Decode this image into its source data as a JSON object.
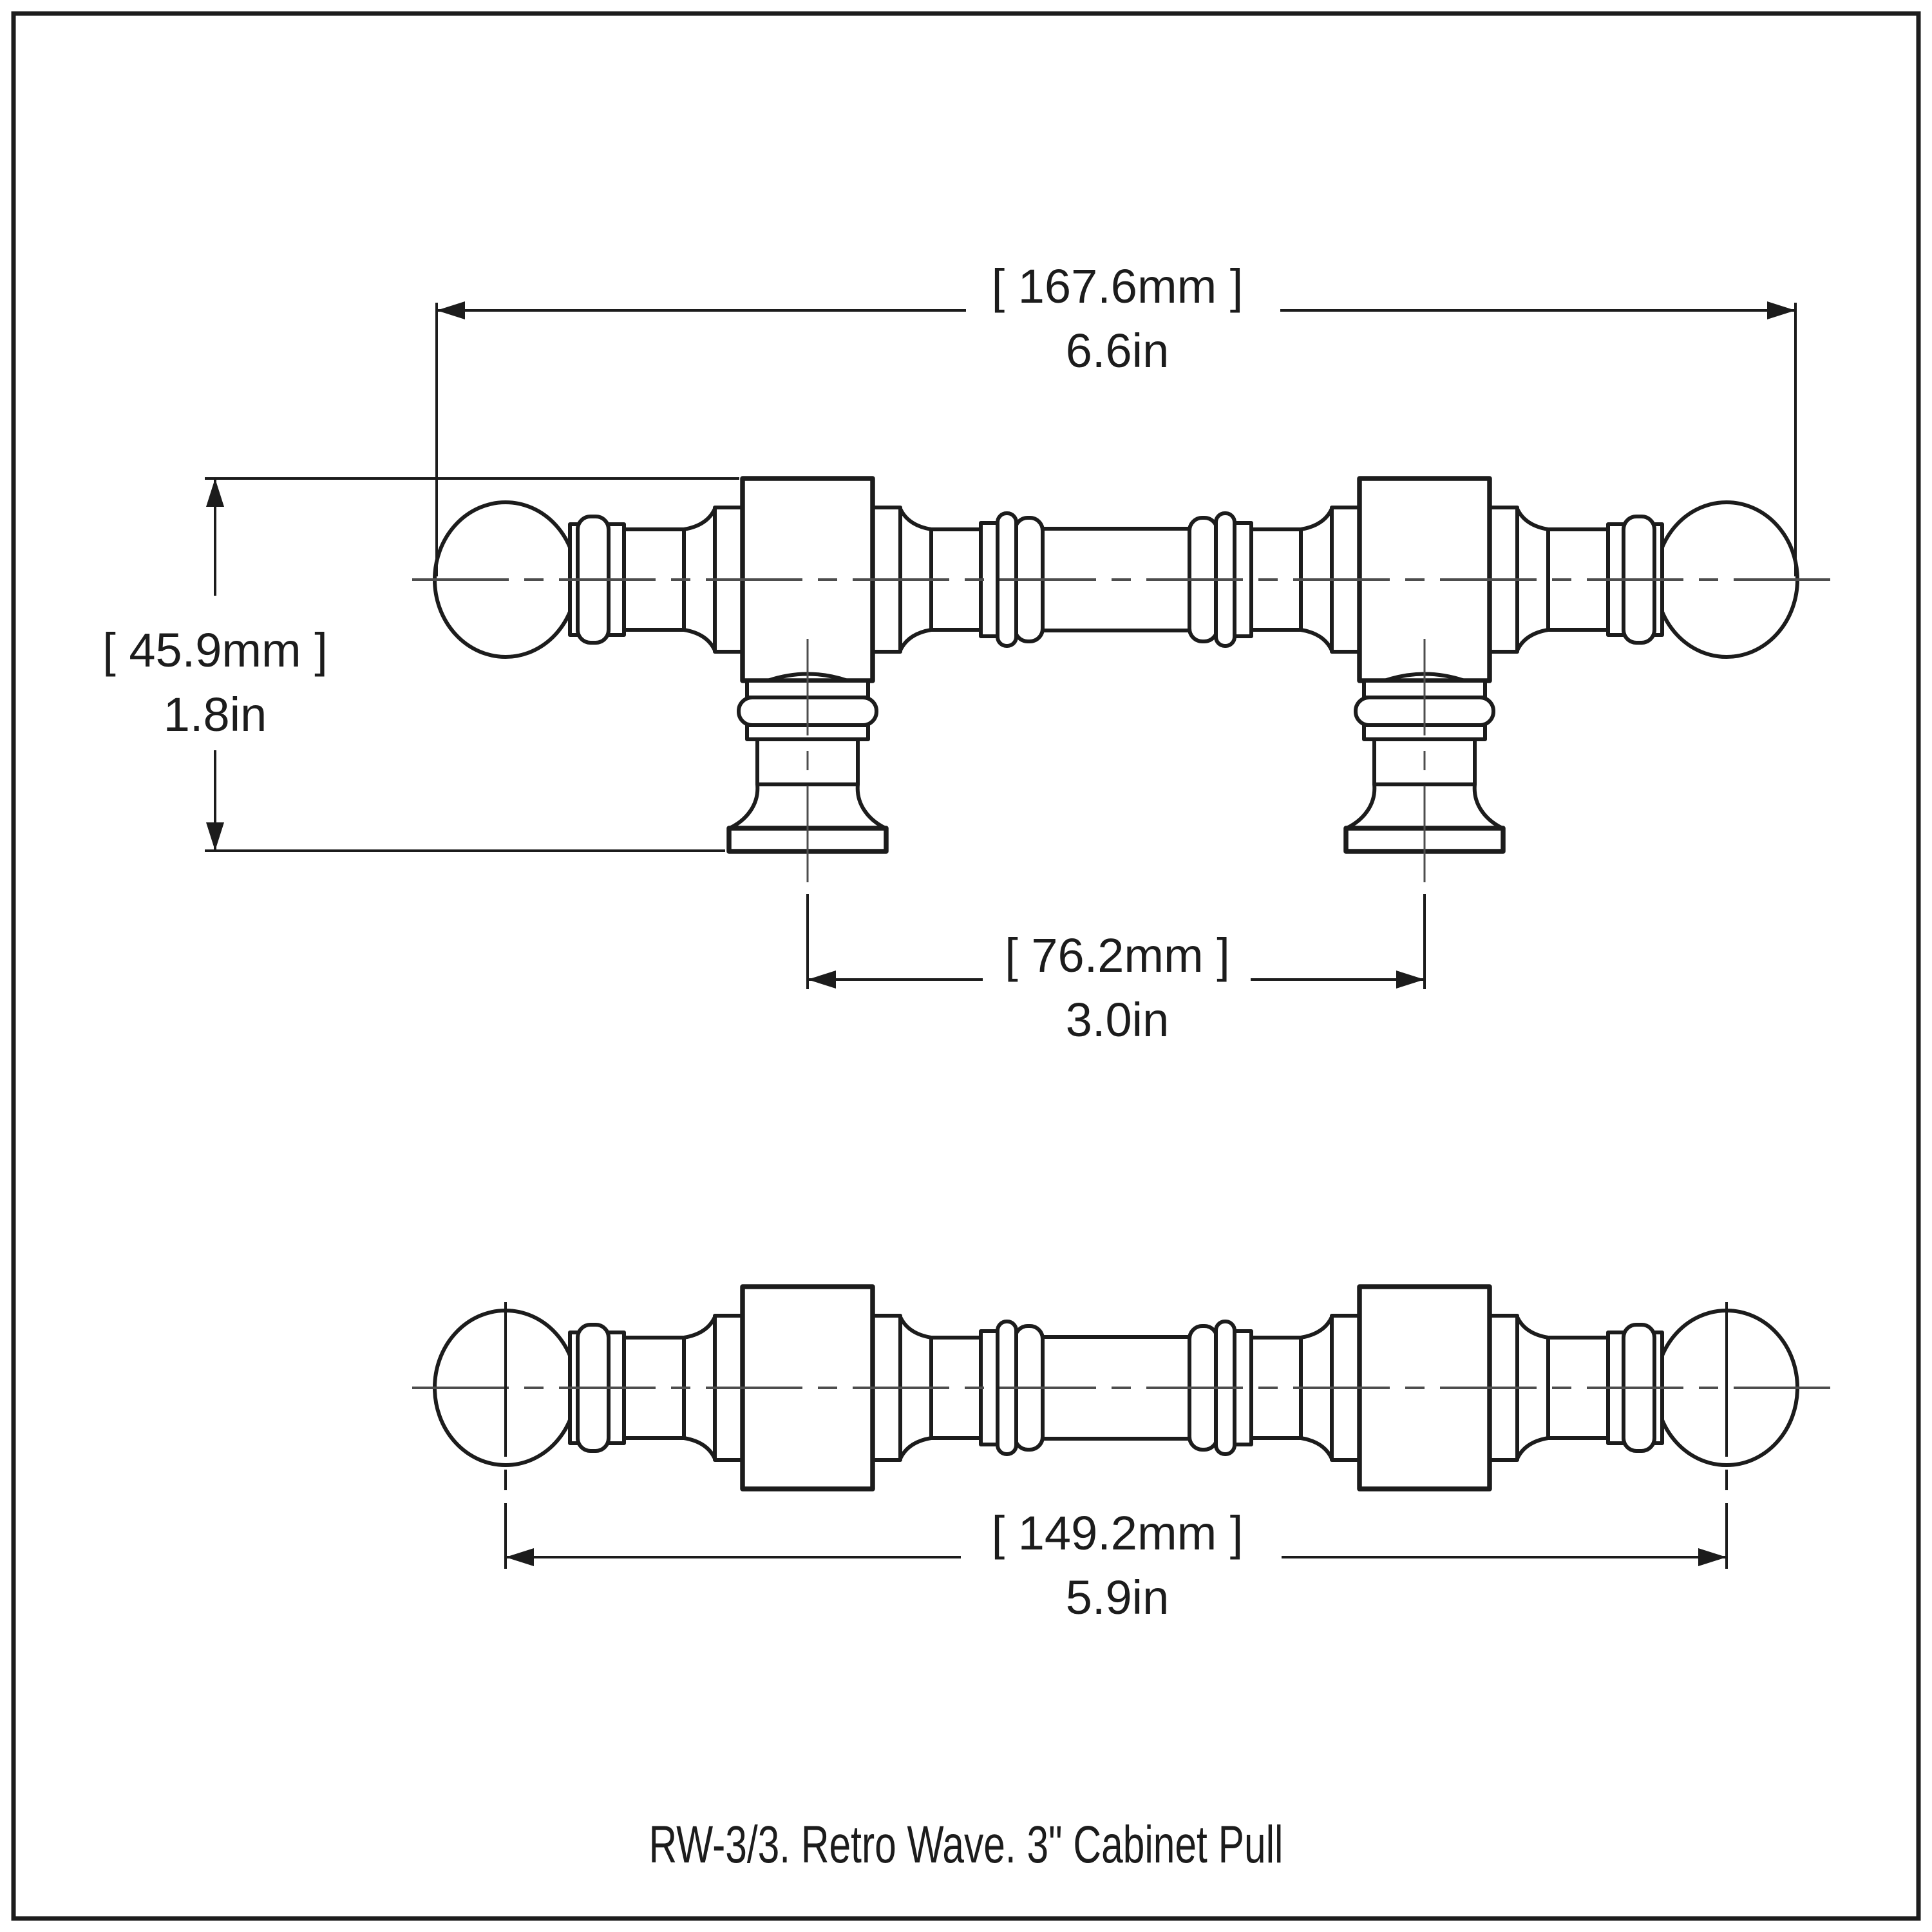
{
  "drawing": {
    "caption": "RW-3/3. Retro Wave. 3\" Cabinet Pull",
    "dims": {
      "overall": {
        "mm": "[ 167.6mm ]",
        "inch": "6.6in"
      },
      "height": {
        "mm": "[ 45.9mm ]",
        "inch": "1.8in"
      },
      "centers": {
        "mm": "[ 76.2mm ]",
        "inch": "3.0in"
      },
      "face": {
        "mm": "[ 149.2mm ]",
        "inch": "5.9in"
      }
    },
    "colors": {
      "ink": "#1c1c1c",
      "centerline": "#4d4d4d",
      "background": "#ffffff"
    }
  }
}
